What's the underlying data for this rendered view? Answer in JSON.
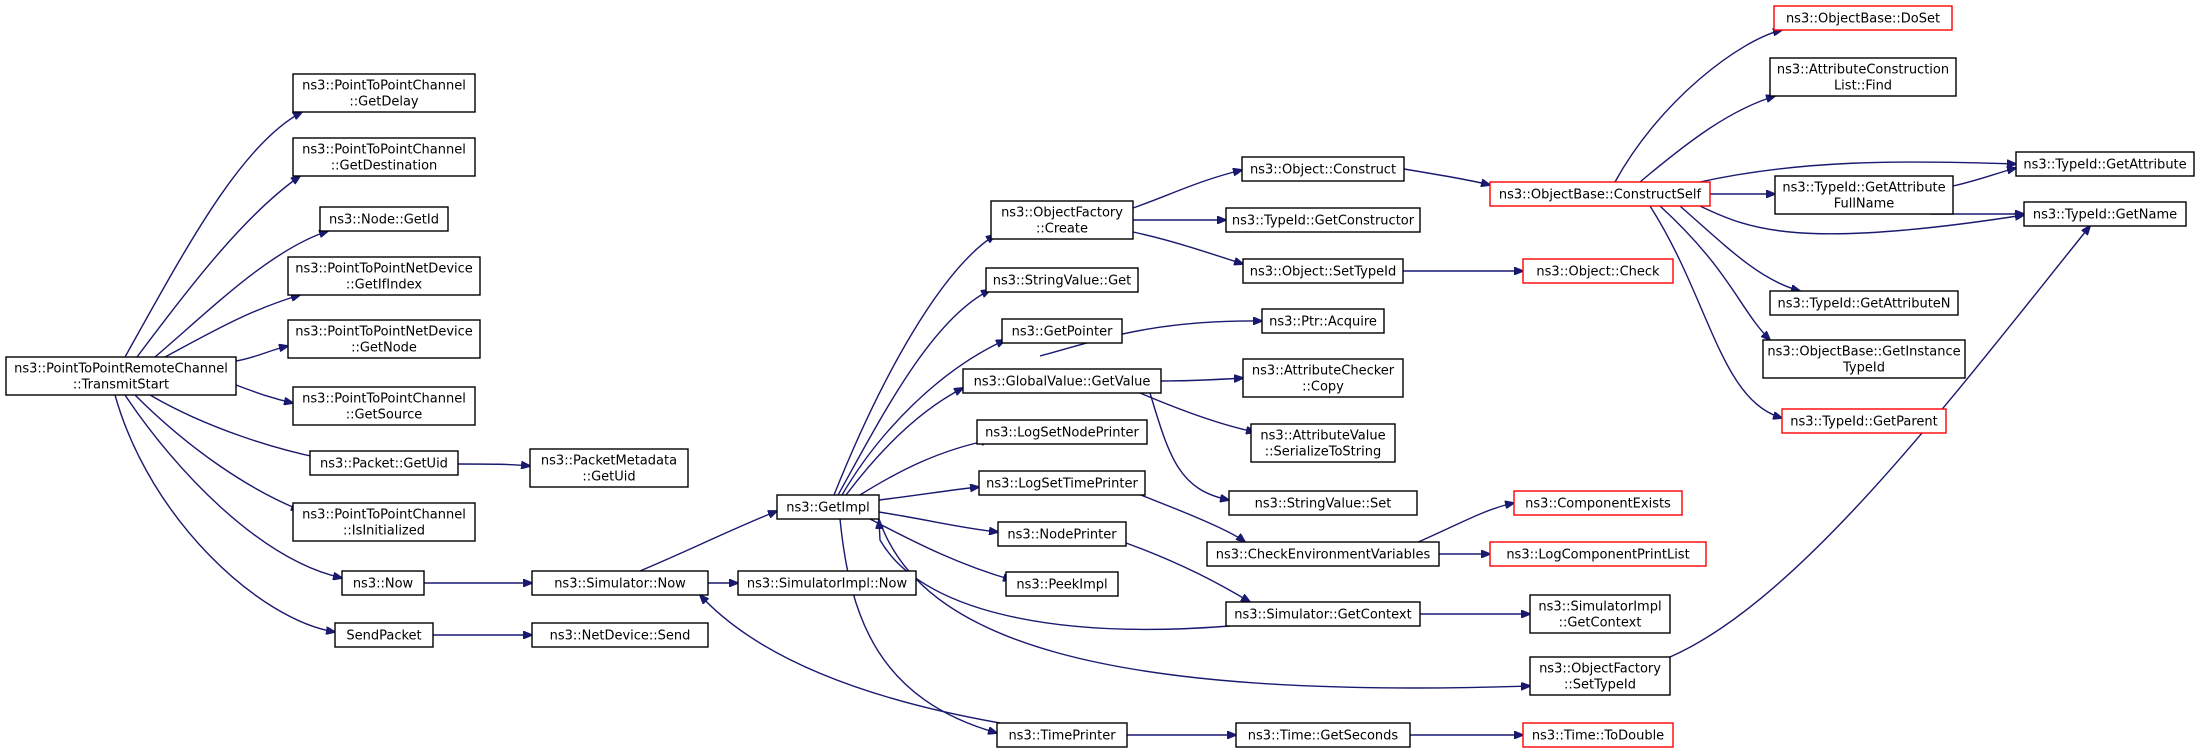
{
  "colors": {
    "edge": "#191970",
    "border_default": "#000000",
    "border_truncated": "#ff0000",
    "root_fill": "#bfbfbf",
    "node_fill": "#ffffff"
  },
  "nodes": [
    {
      "id": "root",
      "lines": [
        "ns3::PointToPointRemoteChannel",
        "::TransmitStart"
      ],
      "style": "root"
    },
    {
      "id": "getdelay",
      "lines": [
        "ns3::PointToPointChannel",
        "::GetDelay"
      ],
      "style": "normal"
    },
    {
      "id": "getdest",
      "lines": [
        "ns3::PointToPointChannel",
        "::GetDestination"
      ],
      "style": "normal"
    },
    {
      "id": "nodegetid",
      "lines": [
        "ns3::Node::GetId"
      ],
      "style": "normal"
    },
    {
      "id": "getifindex",
      "lines": [
        "ns3::PointToPointNetDevice",
        "::GetIfIndex"
      ],
      "style": "normal"
    },
    {
      "id": "getnode",
      "lines": [
        "ns3::PointToPointNetDevice",
        "::GetNode"
      ],
      "style": "normal"
    },
    {
      "id": "getsource",
      "lines": [
        "ns3::PointToPointChannel",
        "::GetSource"
      ],
      "style": "normal"
    },
    {
      "id": "packetgetuid",
      "lines": [
        "ns3::Packet::GetUid"
      ],
      "style": "normal"
    },
    {
      "id": "pmgetuid",
      "lines": [
        "ns3::PacketMetadata",
        "::GetUid"
      ],
      "style": "normal"
    },
    {
      "id": "isinit",
      "lines": [
        "ns3::PointToPointChannel",
        "::IsInitialized"
      ],
      "style": "normal"
    },
    {
      "id": "now",
      "lines": [
        "ns3::Now"
      ],
      "style": "normal"
    },
    {
      "id": "simnow",
      "lines": [
        "ns3::Simulator::Now"
      ],
      "style": "normal"
    },
    {
      "id": "simimplnow",
      "lines": [
        "ns3::SimulatorImpl::Now"
      ],
      "style": "normal"
    },
    {
      "id": "sendpacket",
      "lines": [
        "SendPacket"
      ],
      "style": "normal"
    },
    {
      "id": "netdevsend",
      "lines": [
        "ns3::NetDevice::Send"
      ],
      "style": "normal"
    },
    {
      "id": "getimpl",
      "lines": [
        "ns3::GetImpl"
      ],
      "style": "normal"
    },
    {
      "id": "ofcreate",
      "lines": [
        "ns3::ObjectFactory",
        "::Create"
      ],
      "style": "normal"
    },
    {
      "id": "strvalget",
      "lines": [
        "ns3::StringValue::Get"
      ],
      "style": "normal"
    },
    {
      "id": "getpointer",
      "lines": [
        "ns3::GetPointer"
      ],
      "style": "normal"
    },
    {
      "id": "gvgetvalue",
      "lines": [
        "ns3::GlobalValue::GetValue"
      ],
      "style": "normal"
    },
    {
      "id": "lognodeprinter",
      "lines": [
        "ns3::LogSetNodePrinter"
      ],
      "style": "normal"
    },
    {
      "id": "logtimeprinter",
      "lines": [
        "ns3::LogSetTimePrinter"
      ],
      "style": "normal"
    },
    {
      "id": "nodeprinter",
      "lines": [
        "ns3::NodePrinter"
      ],
      "style": "normal"
    },
    {
      "id": "peekimpl",
      "lines": [
        "ns3::PeekImpl"
      ],
      "style": "normal"
    },
    {
      "id": "timeprinter",
      "lines": [
        "ns3::TimePrinter"
      ],
      "style": "normal"
    },
    {
      "id": "objconstruct",
      "lines": [
        "ns3::Object::Construct"
      ],
      "style": "normal"
    },
    {
      "id": "tidgetctor",
      "lines": [
        "ns3::TypeId::GetConstructor"
      ],
      "style": "normal"
    },
    {
      "id": "objsettypeid",
      "lines": [
        "ns3::Object::SetTypeId"
      ],
      "style": "normal"
    },
    {
      "id": "ptracquire",
      "lines": [
        "ns3::Ptr::Acquire"
      ],
      "style": "normal"
    },
    {
      "id": "accopy",
      "lines": [
        "ns3::AttributeChecker",
        "::Copy"
      ],
      "style": "normal"
    },
    {
      "id": "avser",
      "lines": [
        "ns3::AttributeValue",
        "::SerializeToString"
      ],
      "style": "normal"
    },
    {
      "id": "strvalset",
      "lines": [
        "ns3::StringValue::Set"
      ],
      "style": "normal"
    },
    {
      "id": "checkenv",
      "lines": [
        "ns3::CheckEnvironmentVariables"
      ],
      "style": "normal"
    },
    {
      "id": "simgetctx",
      "lines": [
        "ns3::Simulator::GetContext"
      ],
      "style": "normal"
    },
    {
      "id": "ofsettypeid",
      "lines": [
        "ns3::ObjectFactory",
        "::SetTypeId"
      ],
      "style": "normal"
    },
    {
      "id": "timegetsec",
      "lines": [
        "ns3::Time::GetSeconds"
      ],
      "style": "normal"
    },
    {
      "id": "obconstructself",
      "lines": [
        "ns3::ObjectBase::ConstructSelf"
      ],
      "style": "truncated"
    },
    {
      "id": "objcheck",
      "lines": [
        "ns3::Object::Check"
      ],
      "style": "truncated"
    },
    {
      "id": "compexists",
      "lines": [
        "ns3::ComponentExists"
      ],
      "style": "truncated"
    },
    {
      "id": "logcompprint",
      "lines": [
        "ns3::LogComponentPrintList"
      ],
      "style": "truncated"
    },
    {
      "id": "simimplgetctx",
      "lines": [
        "ns3::SimulatorImpl",
        "::GetContext"
      ],
      "style": "normal"
    },
    {
      "id": "timetodouble",
      "lines": [
        "ns3::Time::ToDouble"
      ],
      "style": "truncated"
    },
    {
      "id": "obdoset",
      "lines": [
        "ns3::ObjectBase::DoSet"
      ],
      "style": "truncated"
    },
    {
      "id": "aclfind",
      "lines": [
        "ns3::AttributeConstruction",
        "List::Find"
      ],
      "style": "normal"
    },
    {
      "id": "tidgetattrfull",
      "lines": [
        "ns3::TypeId::GetAttribute",
        "FullName"
      ],
      "style": "normal"
    },
    {
      "id": "tidgetattrn",
      "lines": [
        "ns3::TypeId::GetAttributeN"
      ],
      "style": "normal"
    },
    {
      "id": "obgetinst",
      "lines": [
        "ns3::ObjectBase::GetInstance",
        "TypeId"
      ],
      "style": "normal"
    },
    {
      "id": "tidgetparent",
      "lines": [
        "ns3::TypeId::GetParent"
      ],
      "style": "truncated"
    },
    {
      "id": "tidgetattr",
      "lines": [
        "ns3::TypeId::GetAttribute"
      ],
      "style": "normal"
    },
    {
      "id": "tidgetname",
      "lines": [
        "ns3::TypeId::GetName"
      ],
      "style": "normal"
    }
  ]
}
